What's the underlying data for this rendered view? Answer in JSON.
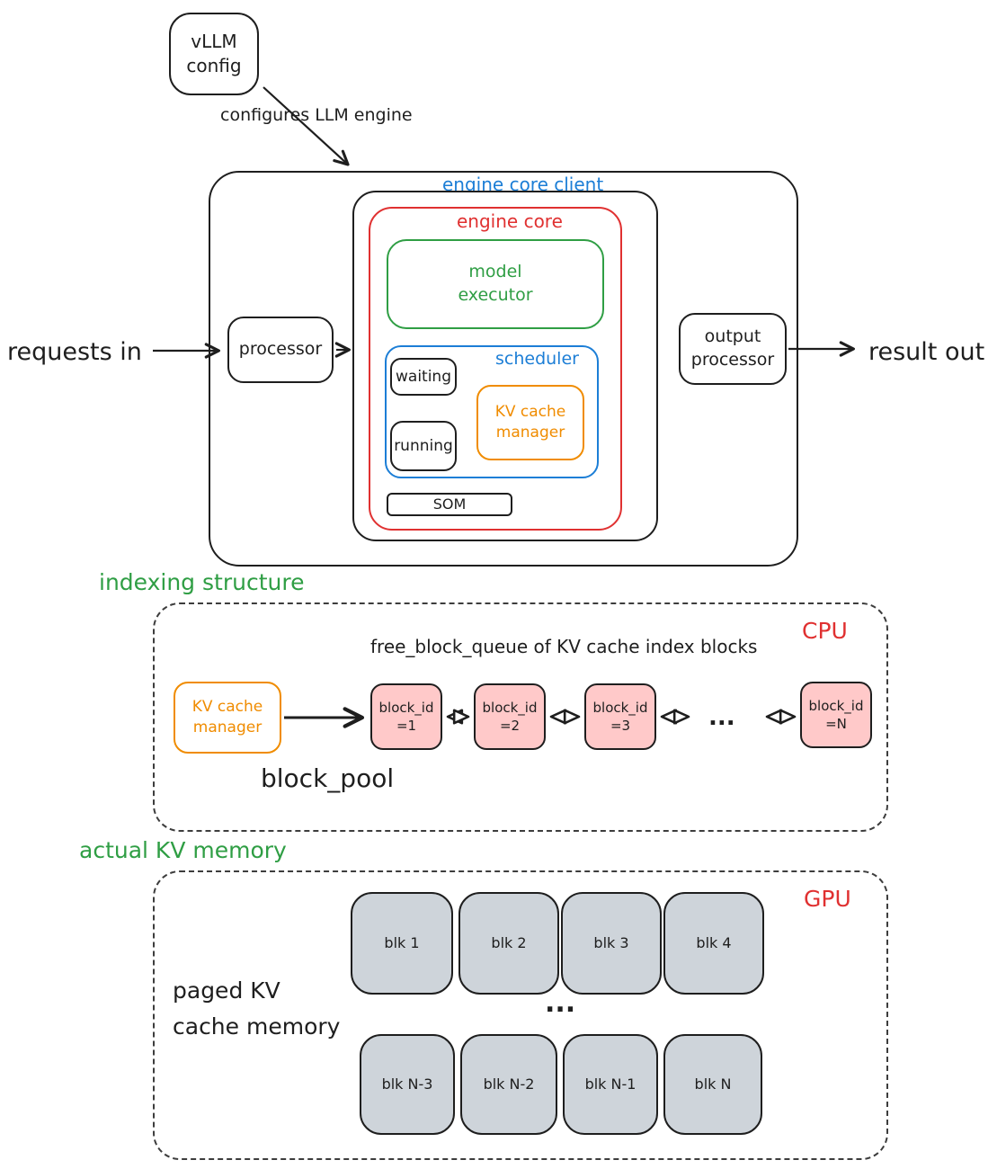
{
  "palette": {
    "ink": "#1e1e1e",
    "blue": "#1c7ed6",
    "red": "#e03131",
    "green": "#2f9e44",
    "orange": "#f08c00",
    "pink_fill": "#ffc9c9",
    "gray_fill": "#ced4da"
  },
  "config": {
    "box_label": "vLLM\nconfig",
    "arrow_label": "configures LLM engine"
  },
  "engine": {
    "client_label": "engine core client",
    "core_label": "engine core",
    "model_executor": "model\nexecutor",
    "scheduler_label": "scheduler",
    "waiting": "waiting",
    "running": "running",
    "kv_cache_manager": "KV cache\nmanager",
    "som": "SOM"
  },
  "flow": {
    "requests_in": "requests in",
    "processor": "processor",
    "output_processor": "output\nprocessor",
    "result_out": "result out"
  },
  "indexing": {
    "section_label": "indexing structure",
    "zone_label": "CPU",
    "queue_title": "free_block_queue of KV cache index blocks",
    "kv_cache_manager": "KV cache\nmanager",
    "blocks": [
      "block_id\n=1",
      "block_id\n=2",
      "block_id\n=3",
      "block_id\n=N"
    ],
    "ellipsis": "...",
    "pool_label": "block_pool"
  },
  "memory": {
    "section_label": "actual KV memory",
    "zone_label": "GPU",
    "left_label": "paged KV\ncache memory",
    "top_row": [
      "blk 1",
      "blk 2",
      "blk 3",
      "blk 4"
    ],
    "ellipsis": "...",
    "bottom_row": [
      "blk N-3",
      "blk N-2",
      "blk N-1",
      "blk N"
    ]
  }
}
